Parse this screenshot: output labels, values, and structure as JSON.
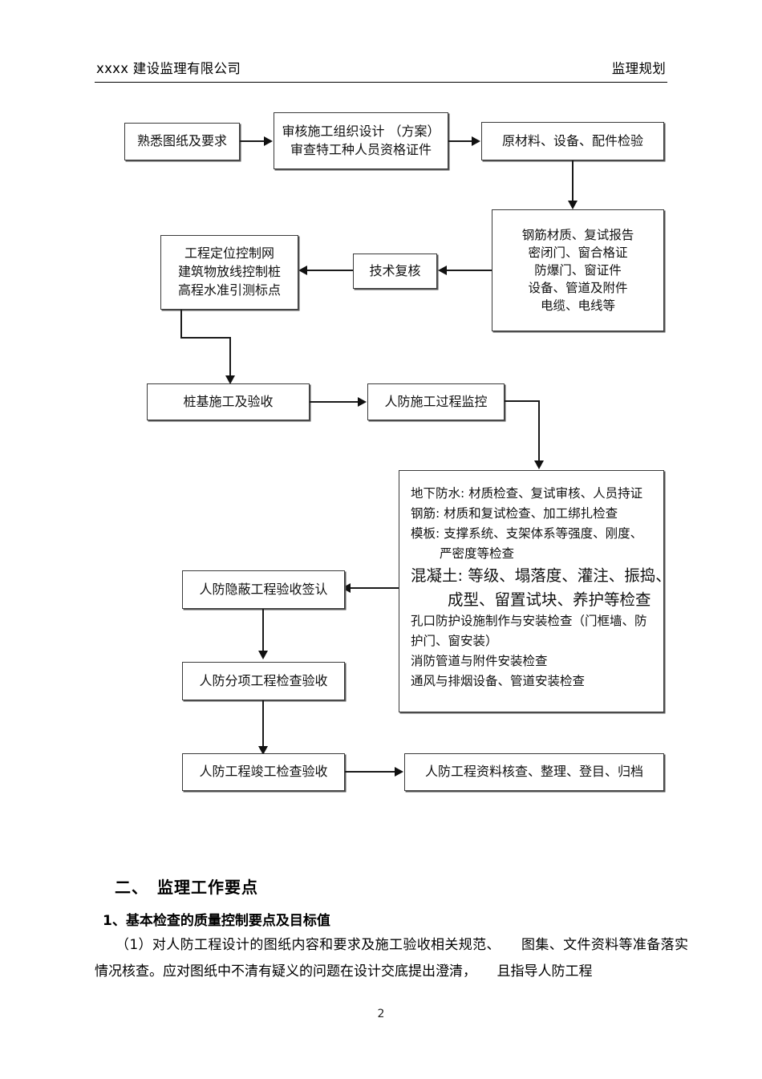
{
  "header": {
    "company": "xxxx 建设监理有限公司",
    "doc_type": "监理规划"
  },
  "flowchart": {
    "nodes": {
      "n1": "熟悉图纸及要求",
      "n2_line1": "审核施工组织设计  （方案）",
      "n2_line2": "审查特工种人员资格证件",
      "n3": "原材料、设备、配件检验",
      "n4_line1": "钢筋材质、复试报告",
      "n4_line2": "密闭门、窗合格证",
      "n4_line3": "防爆门、窗证件",
      "n4_line4": "设备、管道及附件",
      "n4_line5": "电缆、电线等",
      "n5": "技术复核",
      "n6_line1": "工程定位控制网",
      "n6_line2": "建筑物放线控制桩",
      "n6_line3": "高程水准引测标点",
      "n7": "桩基施工及验收",
      "n8": "人防施工过程监控",
      "n9_line1": "地下防水: 材质检查、复试审核、人员持证",
      "n9_line2": "钢筋: 材质和复试检查、加工绑扎检查",
      "n9_line3": "模板: 支撑系统、支架体系等强度、刚度、",
      "n9_line4": "严密度等检查",
      "n9_line5": "混凝土: 等级、塌落度、灌注、振捣、",
      "n9_line6": "成型、留置试块、养护等检查",
      "n9_line7": "孔口防护设施制作与安装检查（门框墙、防护门、窗安装）",
      "n9_line8": "消防管道与附件安装检查",
      "n9_line9": "通风与排烟设备、管道安装检查",
      "n10": "人防隐蔽工程验收签认",
      "n11": "人防分项工程检查验收",
      "n12": "人防工程竣工检查验收",
      "n13": "人防工程资料核查、整理、登目、归档"
    }
  },
  "body": {
    "section_heading": "二、　监理工作要点",
    "subsection": "1、基本检查的质量控制要点及目标值",
    "paragraph": "（1）对人防工程设计的图纸内容和要求及施工验收相关规范、　　图集、文件资料等准备落实情况核查。应对图纸中不清有疑义的问题在设计交底提出澄清，　　且指导人防工程"
  },
  "footer": {
    "page_number": "2"
  }
}
